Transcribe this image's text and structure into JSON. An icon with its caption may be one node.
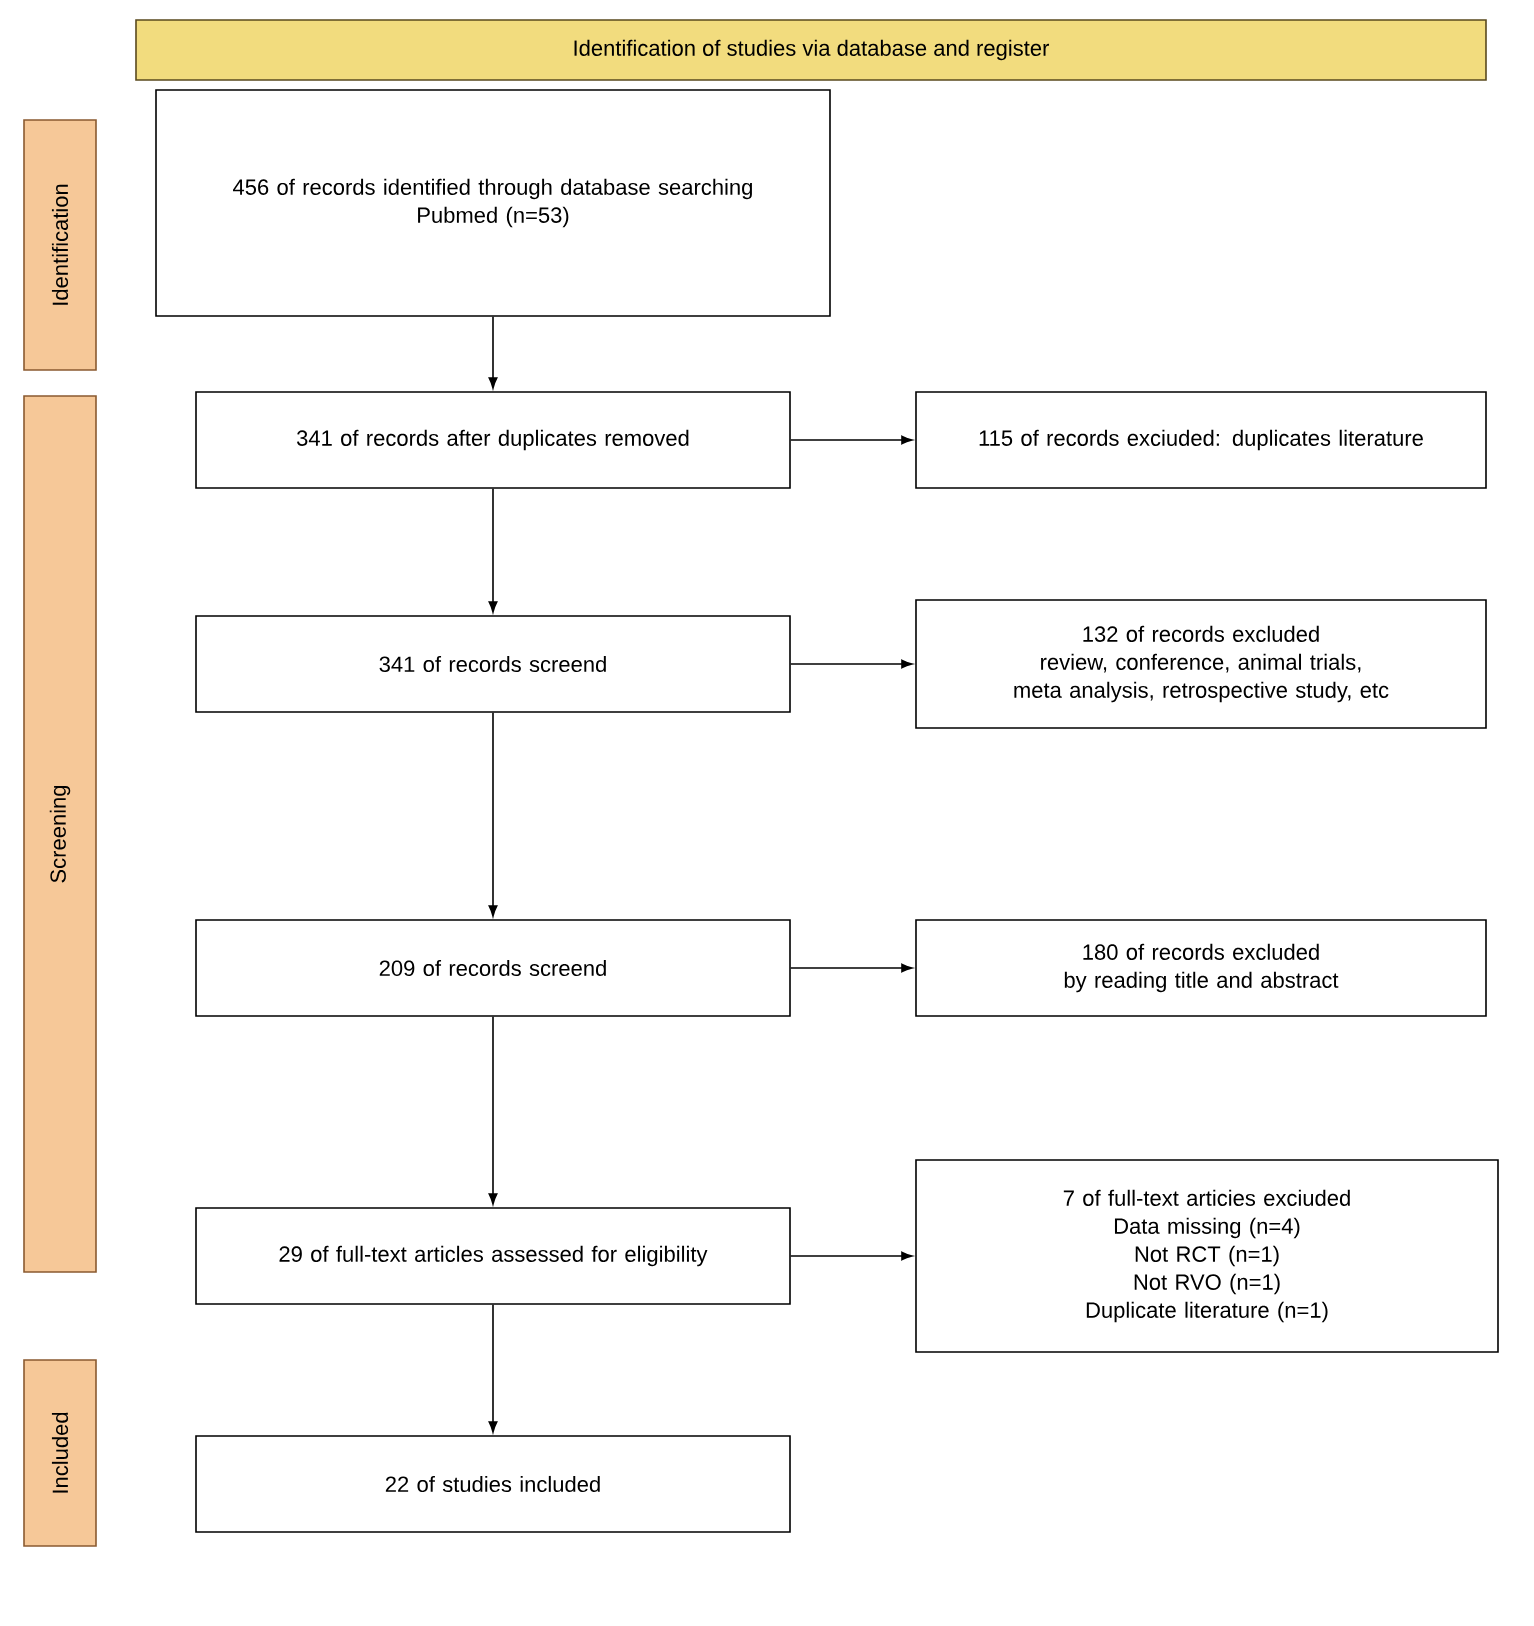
{
  "diagram": {
    "nodes": [
      {
        "text": [
          "Identification of studies via database and register"
        ]
      },
      {
        "text": [
          "Identification"
        ]
      },
      {
        "text": [
          "456 of records identified through database searching",
          "Pubmed (n=53)"
        ]
      },
      {
        "text": [
          "Screening"
        ]
      },
      {
        "text": [
          "341 of records after duplicates removed"
        ]
      },
      {
        "text": [
          "115 of records exciuded: duplicates literature"
        ]
      },
      {
        "text": [
          "341 of records screend"
        ]
      },
      {
        "text": [
          "132 of records excluded",
          "review, conference, animal trials, meta analysis, retrospective study, etc"
        ]
      },
      {
        "text": [
          "209 of records screend"
        ]
      },
      {
        "text": [
          "180 of records excluded",
          "by reading title and abstract"
        ]
      },
      {
        "text": [
          "29 of full-text articles assessed for eligibility"
        ]
      },
      {
        "text": [
          "7 of full-text articies exciuded",
          "Data missing (n=4)",
          "Not RCT (n=1)",
          "Not RVO (n=1)",
          "Duplicate literature (n=1)"
        ]
      },
      {
        "text": [
          "Included"
        ]
      },
      {
        "text": [
          "22 of studies included"
        ]
      }
    ],
    "edges": [
      {
        "from": 2,
        "to": 4,
        "arrow": "to"
      },
      {
        "from": 4,
        "to": 5,
        "arrow": "to"
      },
      {
        "from": 4,
        "to": 6,
        "arrow": "to"
      },
      {
        "from": 6,
        "to": 7,
        "arrow": "to"
      },
      {
        "from": 6,
        "to": 8,
        "arrow": "to"
      },
      {
        "from": 8,
        "to": 9,
        "arrow": "to"
      },
      {
        "from": 8,
        "to": 10,
        "arrow": "to"
      },
      {
        "from": 10,
        "to": 11,
        "arrow": "to"
      },
      {
        "from": 10,
        "to": 13,
        "arrow": "to"
      }
    ]
  }
}
